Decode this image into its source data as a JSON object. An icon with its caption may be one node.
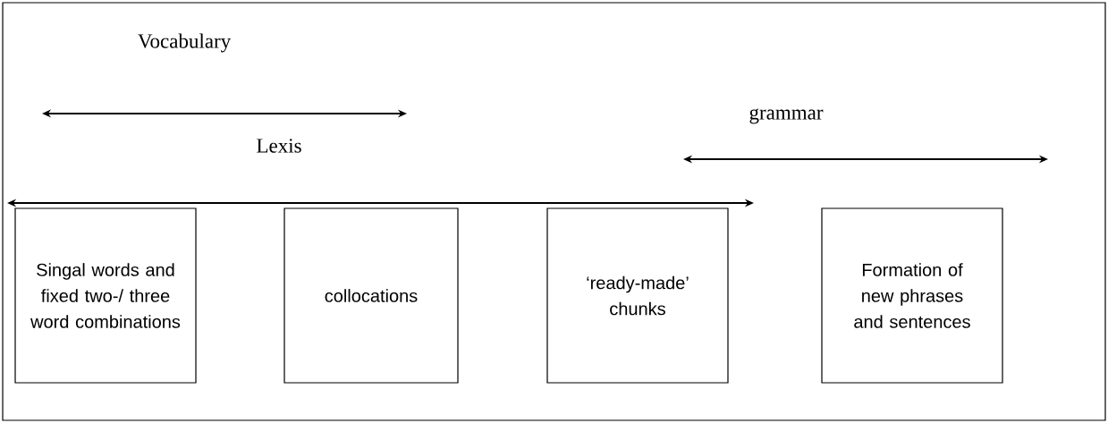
{
  "diagram": {
    "nodes": [
      {
        "text": [
          "Singal words and fixed two-/ three word combinations"
        ]
      },
      {
        "text": [
          "collocations"
        ]
      },
      {
        "text": [
          "‘ready-made’ chunks"
        ]
      },
      {
        "text": [
          "Formation of new phrases and sentences"
        ]
      }
    ],
    "labels": [
      "Vocabulary",
      "Lexis",
      "grammar"
    ]
  }
}
